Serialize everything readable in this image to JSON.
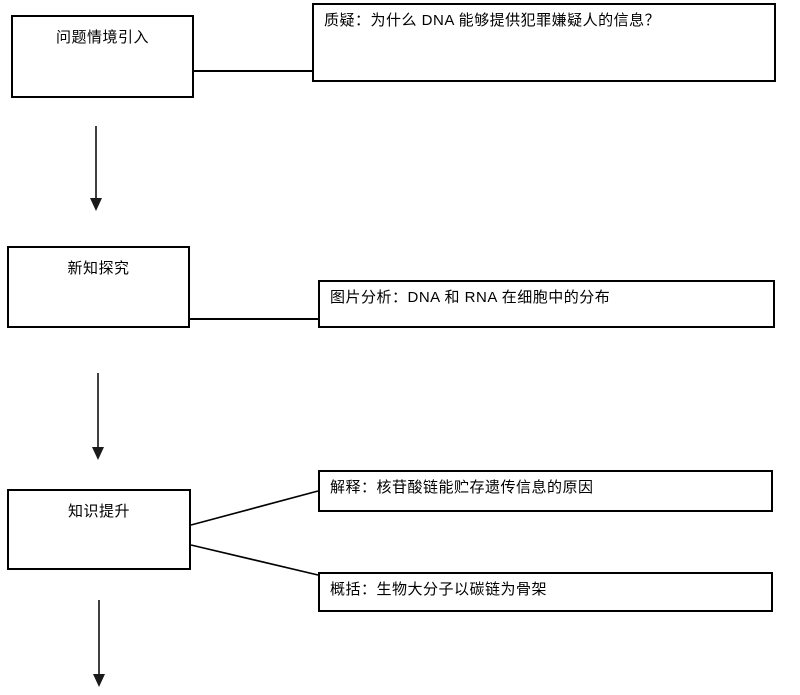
{
  "page": {
    "background": "#ffffff",
    "box_border_color": "#000000",
    "connector_color": "#000000",
    "arrow_color": "#404040"
  },
  "flowchart": {
    "type": "teaching-flow-diagram",
    "stages": [
      {
        "id": "problem-intro",
        "label": "问题情境引入",
        "branches": [
          "质疑：为什么 DNA 能够提供犯罪嫌疑人的信息？"
        ]
      },
      {
        "id": "new-knowledge",
        "label": "新知探究",
        "branches": [
          "图片分析：DNA 和 RNA 在细胞中的分布"
        ]
      },
      {
        "id": "knowledge-improve",
        "label": "知识提升",
        "branches": [
          "解释：核苷酸链能贮存遗传信息的原因",
          "概括：生物大分子以碳链为骨架"
        ]
      }
    ]
  }
}
